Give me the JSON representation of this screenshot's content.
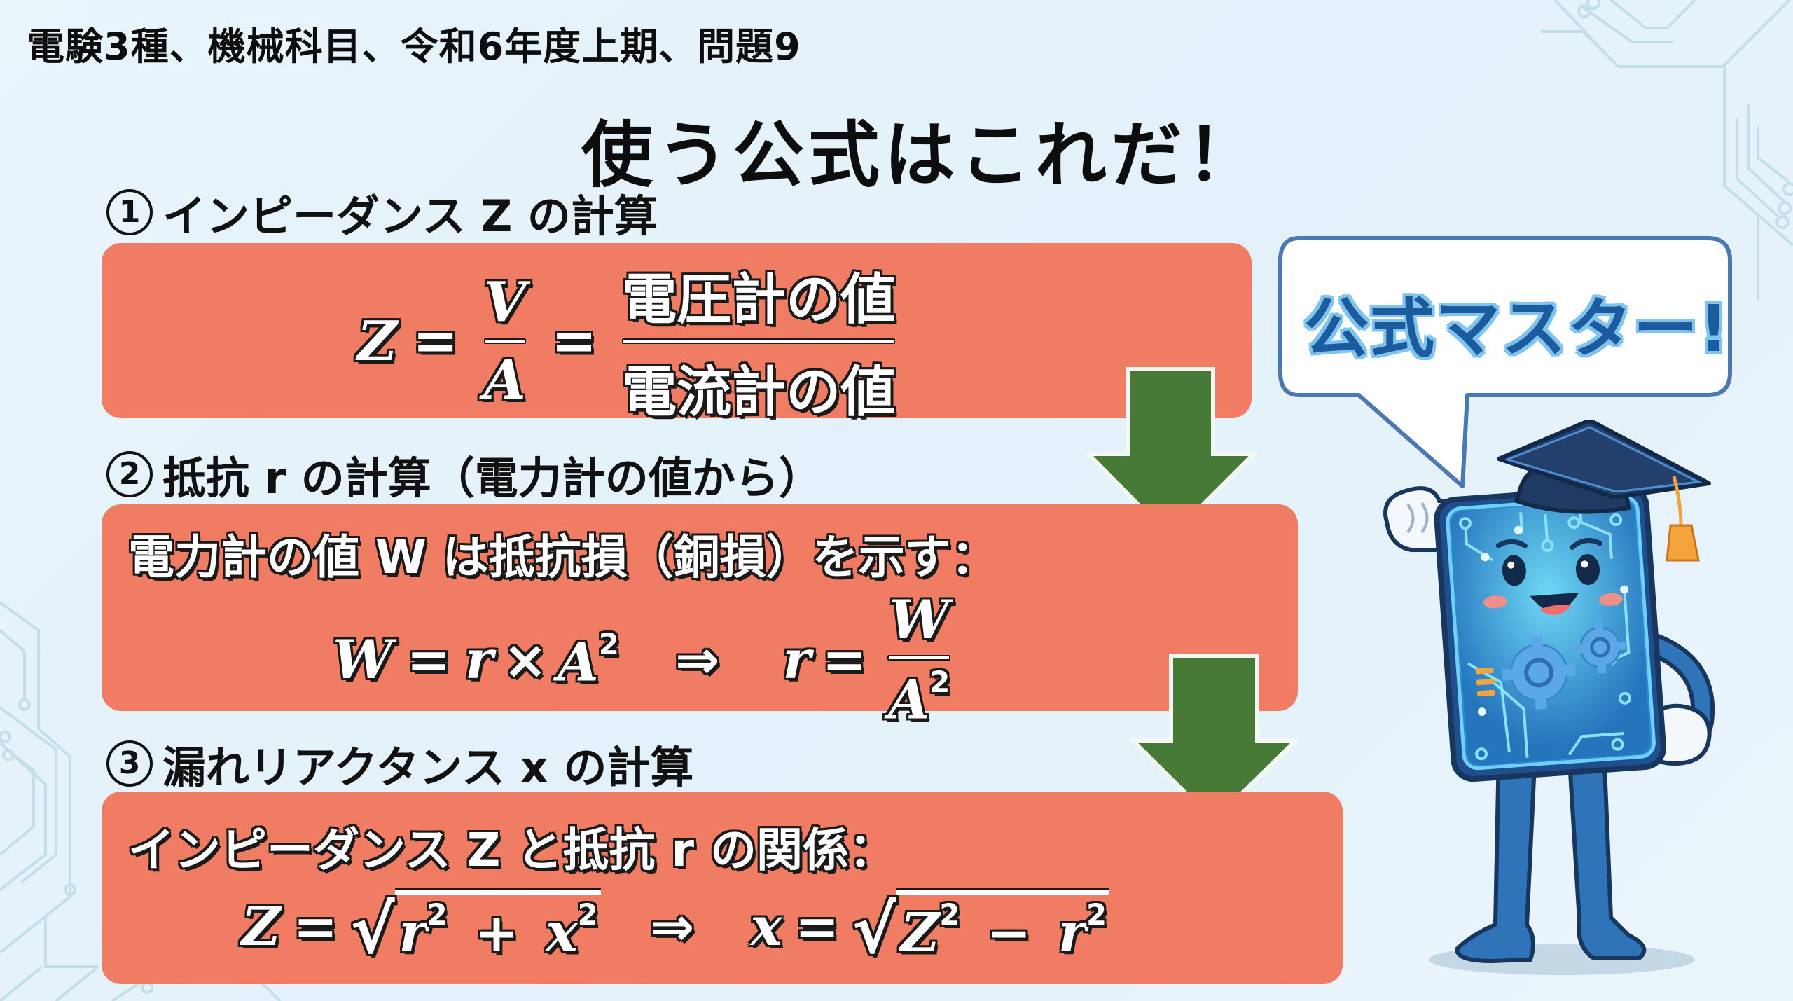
{
  "header": {
    "title": "電験3種、機械科目、令和6年度上期、問題9"
  },
  "main_title": "使う公式はこれだ！",
  "sections": [
    {
      "number": "1",
      "heading": "インピーダンス Z の計算",
      "formula": {
        "lhs": "Z",
        "eq": "=",
        "frac1_num": "V",
        "frac1_den": "A",
        "eq2": "=",
        "frac2_num": "電圧計の値",
        "frac2_den": "電流計の値"
      }
    },
    {
      "number": "2",
      "heading": "抵抗 r の計算（電力計の値から）",
      "description": "電力計の値 W は抵抗損（銅損）を示す：",
      "formula": {
        "lhs": "W",
        "eq": "=",
        "r": "r",
        "times": "×",
        "A": "A",
        "exp": "2",
        "implies": "⇒",
        "r2": "r",
        "eq2": "=",
        "num": "W",
        "den": "A",
        "den_exp": "2"
      }
    },
    {
      "number": "3",
      "heading": "漏れリアクタンス x の計算",
      "description": "インピーダンス Z と抵抗 r の関係：",
      "formula": {
        "lhs": "Z",
        "eq": "=",
        "sqrt_sign": "√",
        "r": "r",
        "r_exp": "2",
        "plus": "+",
        "x": "x",
        "x_exp": "2",
        "implies": "⇒",
        "lhs2": "x",
        "eq2": "=",
        "sqrt_sign2": "√",
        "Z": "Z",
        "Z_exp": "2",
        "minus": "−",
        "r2": "r",
        "r2_exp": "2"
      }
    }
  ],
  "mascot": {
    "speech": "公式マスター!",
    "description": "circuit-board mascot with graduation cap"
  },
  "colors": {
    "box": "#f07c63",
    "arrow": "#477a36",
    "bubble_border": "#4a78b4",
    "bubble_text": "#1b5b9e",
    "background": "#e6f3fb"
  }
}
